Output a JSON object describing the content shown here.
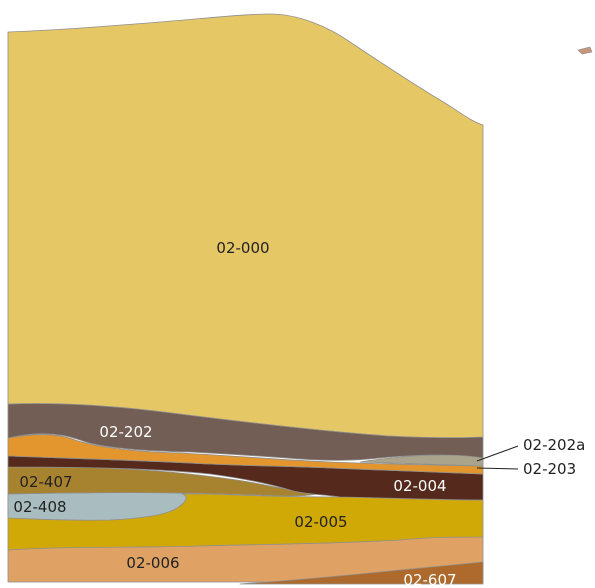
{
  "profile": {
    "layers": [
      {
        "id": "02-000",
        "color": "#e6c766",
        "label_color": "#222222"
      },
      {
        "id": "02-202",
        "color": "#735e55",
        "label_color": "#ffffff"
      },
      {
        "id": "02-202a",
        "color": "#a9a48b",
        "label_color": "#222222"
      },
      {
        "id": "02-203",
        "color": "#e2962d",
        "label_color": "#222222"
      },
      {
        "id": "02-004",
        "color": "#552a1c",
        "label_color": "#ffffff"
      },
      {
        "id": "02-407",
        "color": "#a8832f",
        "label_color": "#222222"
      },
      {
        "id": "02-408",
        "color": "#a9bcbf",
        "label_color": "#222222"
      },
      {
        "id": "02-005",
        "color": "#d1a907",
        "label_color": "#222222"
      },
      {
        "id": "02-006",
        "color": "#dfa264",
        "label_color": "#222222"
      },
      {
        "id": "02-607",
        "color": "#ad6a2c",
        "label_color": "#ffffff"
      }
    ]
  }
}
